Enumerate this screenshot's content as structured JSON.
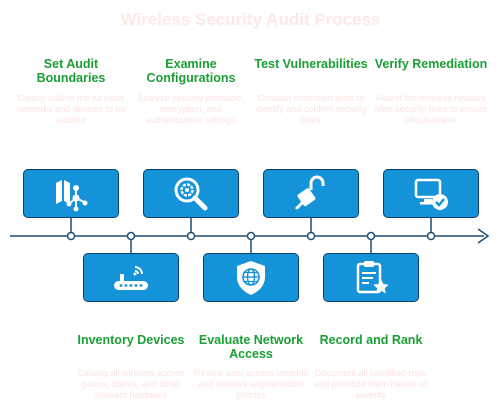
{
  "title": "Wireless Security Audit Process",
  "steps": [
    {
      "title": "Set Audit Boundaries",
      "desc": "Clearly outline the wireless networks and devices to be audited",
      "icon": "network-boundary-icon"
    },
    {
      "title": "Inventory Devices",
      "desc": "Catalog all wireless access points, clients, and other relevant hardware",
      "icon": "router-icon"
    },
    {
      "title": "Examine Configurations",
      "desc": "Analyze security protocols, encryption, and authentication settings",
      "icon": "magnifier-gear-icon"
    },
    {
      "title": "Evaluate Network Access",
      "desc": "Review user access controls and network segmentation policies",
      "icon": "shield-globe-icon"
    },
    {
      "title": "Test Vulnerabilities",
      "desc": "Conduct controlled tests to identify and confirm security risks",
      "icon": "unlocked-padlock-icon"
    },
    {
      "title": "Record and Rank",
      "desc": "Document all identified risks and prioritize them based on severity",
      "icon": "clipboard-star-icon"
    },
    {
      "title": "Verify Remediation",
      "desc": "Retest the wireless network after security fixes to ensure effectiveness",
      "icon": "monitor-check-icon"
    }
  ]
}
